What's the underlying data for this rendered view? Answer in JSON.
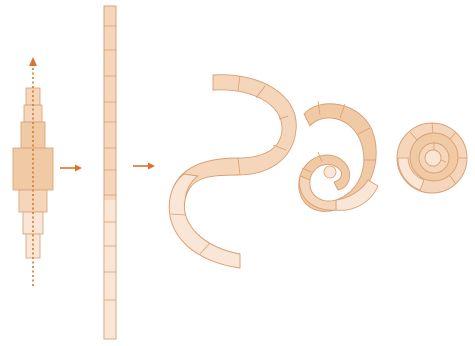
{
  "colors": {
    "fill_dark": "#f0c9a5",
    "fill_mid": "#f5d6ba",
    "fill_light": "#f9e6d6",
    "stroke": "#d99f72",
    "arrow": "#d9752b",
    "dotted_axis": "#d9752b"
  },
  "figure": {
    "panels": [
      {
        "name": "stacked-stack",
        "description_icon": "stacked-blocks"
      },
      {
        "name": "straight-strip",
        "description_icon": "vertical-strip"
      },
      {
        "name": "curled-strips",
        "description_icon": "spirals"
      }
    ],
    "arrows": [
      "arrow-right",
      "arrow-right"
    ],
    "axis": {
      "style": "dotted",
      "direction": "up"
    }
  }
}
